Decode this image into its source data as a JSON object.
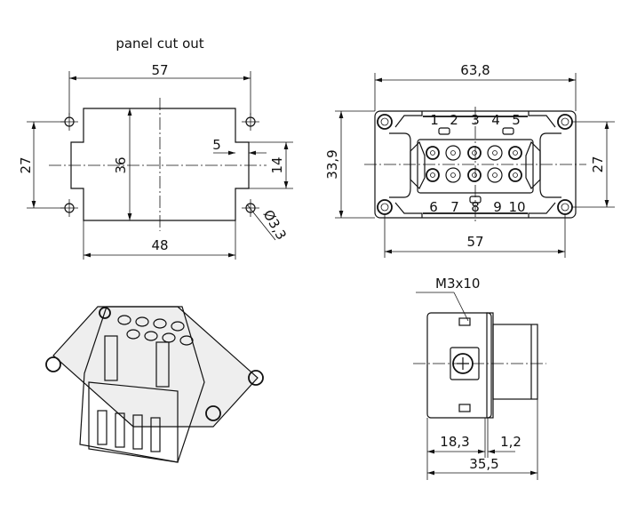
{
  "panel_cutout": {
    "title": "panel cut out",
    "dims": {
      "width_holes": "57",
      "height_holes": "27",
      "height": "36",
      "step": "5",
      "notch": "14",
      "width": "48",
      "hole": "Ø3,3"
    }
  },
  "front_view": {
    "dims": {
      "width_outer": "63,8",
      "height_outer": "33,9",
      "height_holes": "27",
      "width_holes": "57"
    },
    "pin_numbers_top": [
      "1",
      "2",
      "3",
      "4",
      "5"
    ],
    "pin_numbers_bottom": [
      "6",
      "7",
      "8",
      "9",
      "10"
    ]
  },
  "side_view": {
    "dims": {
      "screw": "M3x10",
      "depth_a": "18,3",
      "depth_b": "1,2",
      "depth_total": "35,5"
    }
  }
}
